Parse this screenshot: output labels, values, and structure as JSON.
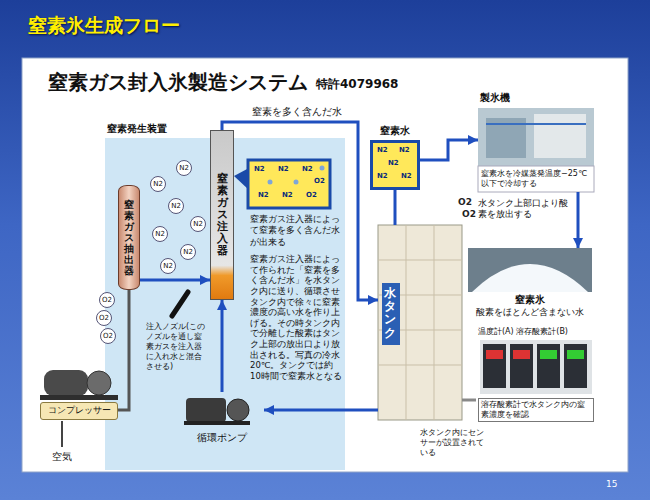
{
  "diagram": {
    "title": "窒素氷生成フロー",
    "nodes": [
      {
        "text": [
          "窒素ガス封入氷製造システム",
          "特許4079968"
        ]
      },
      {
        "text": [
          "窒素発生装置"
        ],
        "in": 0
      },
      {
        "text": [
          "窒素ガス抽出器"
        ],
        "in": 1
      },
      {
        "text": [
          "コンプレッサー"
        ],
        "in": 0
      },
      {
        "text": [
          "窒素ガス注入器"
        ],
        "in": 1
      },
      {
        "text": [
          "循環ポンプ"
        ],
        "in": 1
      },
      {
        "text": [
          "水タンク"
        ],
        "in": 0
      },
      {
        "text": [
          "窒素水"
        ],
        "in": 0
      },
      {
        "text": [
          "製氷機",
          "窒素水を冷媒蒸発温度−25℃以下で冷却する"
        ],
        "in": 0
      },
      {
        "text": [
          "窒素氷",
          "酸素をほとんど含まない水"
        ],
        "in": 0
      },
      {
        "text": [
          "温度計(A) 溶存酸素計(B)",
          "溶存酸素計で水タンク内の窒素濃度を確認"
        ],
        "in": 0
      }
    ],
    "edges": [
      {
        "from": 3,
        "to": 2,
        "arrow": "none"
      },
      {
        "from": 2,
        "to": 4,
        "arrow": "to"
      },
      {
        "from": 4,
        "to": 6,
        "label": "窒素を多く含んだ水",
        "arrow": "to"
      },
      {
        "from": 6,
        "to": 5,
        "arrow": "to"
      },
      {
        "from": 5,
        "to": 4,
        "arrow": "to"
      },
      {
        "from": 6,
        "to": 7,
        "arrow": "none"
      },
      {
        "from": 7,
        "to": 8,
        "arrow": "to"
      },
      {
        "from": 8,
        "to": 9,
        "arrow": "to"
      },
      {
        "from": 6,
        "to": 10,
        "arrow": "none"
      }
    ],
    "labels": [
      "窒素ガス注入器によって窒素を多く含んだ水が出来る",
      "窒素ガス注入器によって作られた「窒素を多く含んだ水」を水タンク内に送り、循環させタンク内で徐々に窒素濃度の高い水を作り上げる。その時タンク内で分離した酸素はタンク上部の放出口より放出される。写真の冷水20℃。タンクでは約10時間で窒素水となる",
      "注入ノズル(このノズルを通し窒素ガスを注入器に入れ水と混合させる)",
      "空気",
      "O2",
      "O2",
      "水タンク上部口より酸素を放出する",
      "水タンク内にセンサーが設置されている",
      "15",
      "N2",
      "N2",
      "N2",
      "N2",
      "N2",
      "N2",
      "N2",
      "O2",
      "O2",
      "O2",
      "N2",
      "N2",
      "N2",
      "N2",
      "N2",
      "O2",
      "O2",
      "N2",
      "N2",
      "N2",
      "N2",
      "N2"
    ]
  }
}
